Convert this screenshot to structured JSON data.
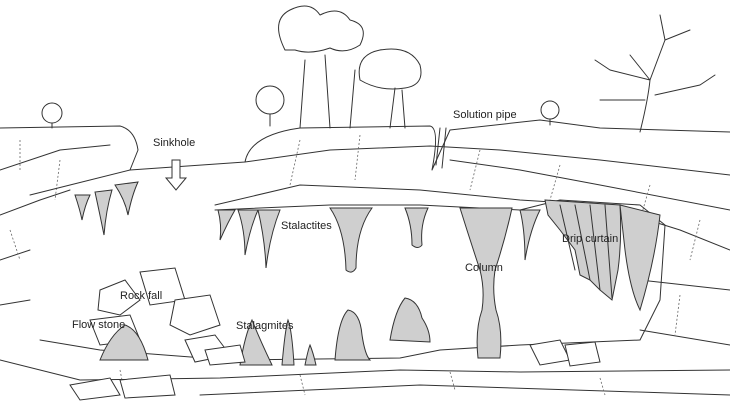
{
  "title": "Cave formations diagram",
  "labels": {
    "sinkhole": "Sinkhole",
    "solution_pipe": "Solution pipe",
    "stalactites": "Stalactites",
    "column": "Column",
    "drip_curtain": "Drip curtain",
    "rock_fall": "Rock fall",
    "flow_stone": "Flow stone",
    "stalagmites": "Stalagmites"
  },
  "colors": {
    "line": "#333333",
    "formation_fill": "#cfcfcf",
    "background": "#ffffff"
  }
}
